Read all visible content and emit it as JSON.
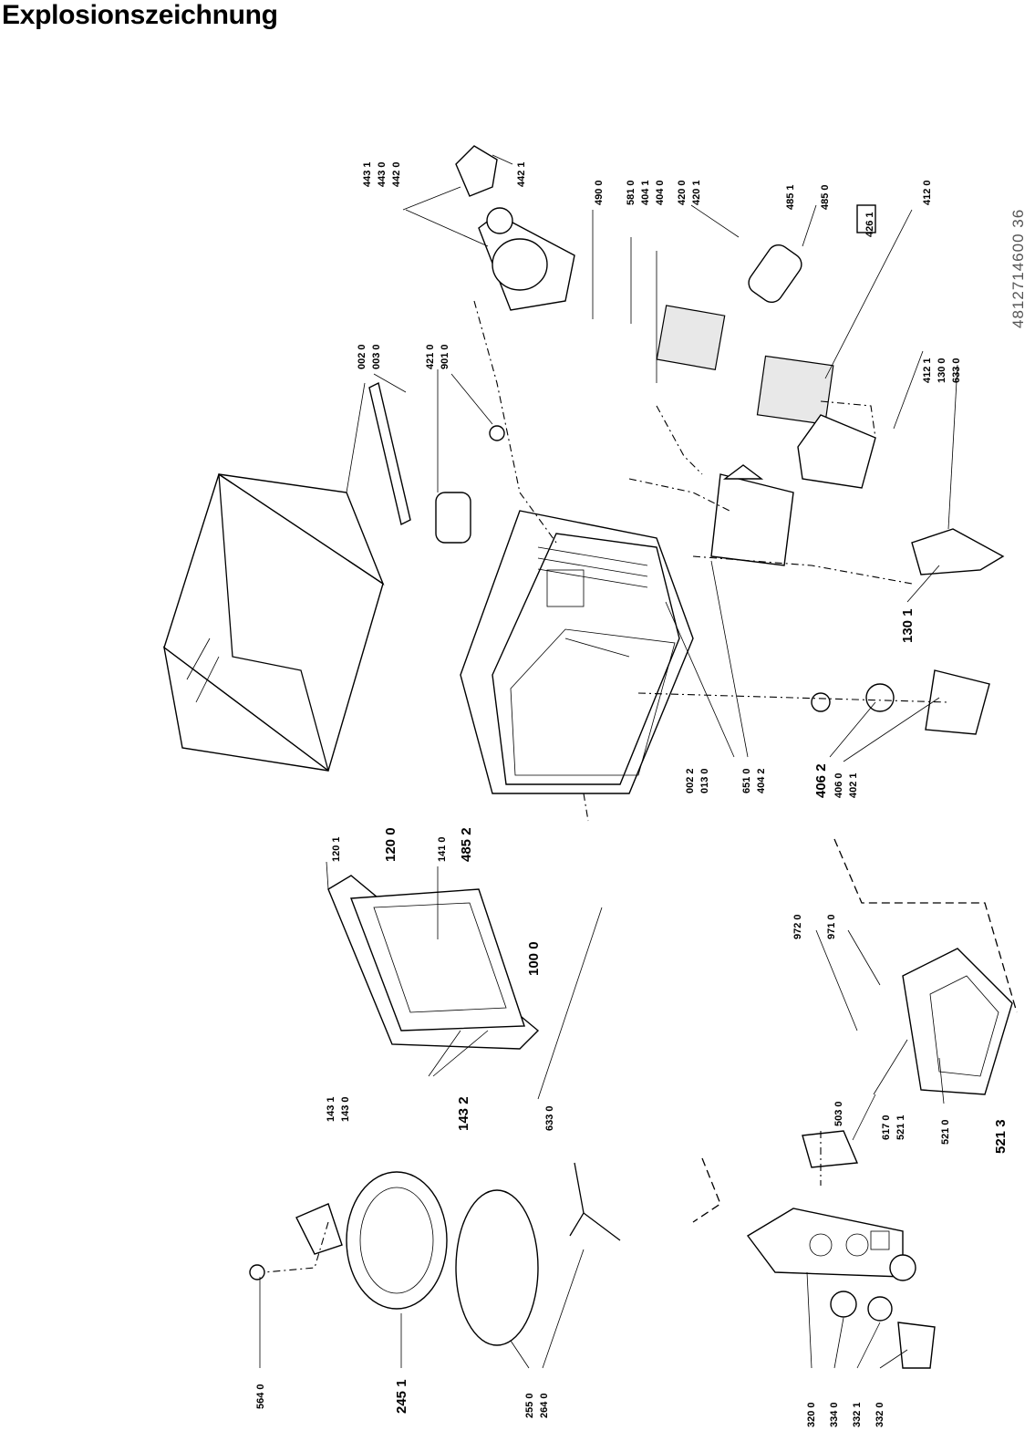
{
  "title": "Explosionszeichnung",
  "document_number": "4812714600 36",
  "part_labels": [
    "443 1",
    "443 0",
    "442 0",
    "442 1",
    "490 0",
    "581 0",
    "404 1",
    "404 0",
    "420 0",
    "420 1",
    "485 1",
    "485 0",
    "426 1",
    "412 0",
    "002 0",
    "003 0",
    "421 0",
    "901 0",
    "412 1",
    "130 0",
    "633 0",
    "130 1",
    "120 1",
    "120 0",
    "141 0",
    "485 2",
    "002 2",
    "013 0",
    "651 0",
    "404 2",
    "406 2",
    "406 0",
    "402 1",
    "100 0",
    "143 1",
    "143 0",
    "143 2",
    "633 0",
    "972 0",
    "971 0",
    "617 0",
    "521 1",
    "521 0",
    "521 3",
    "503 0",
    "564 0",
    "245 1",
    "255 0",
    "264 0",
    "320 0",
    "334 0",
    "332 1",
    "332 0"
  ]
}
